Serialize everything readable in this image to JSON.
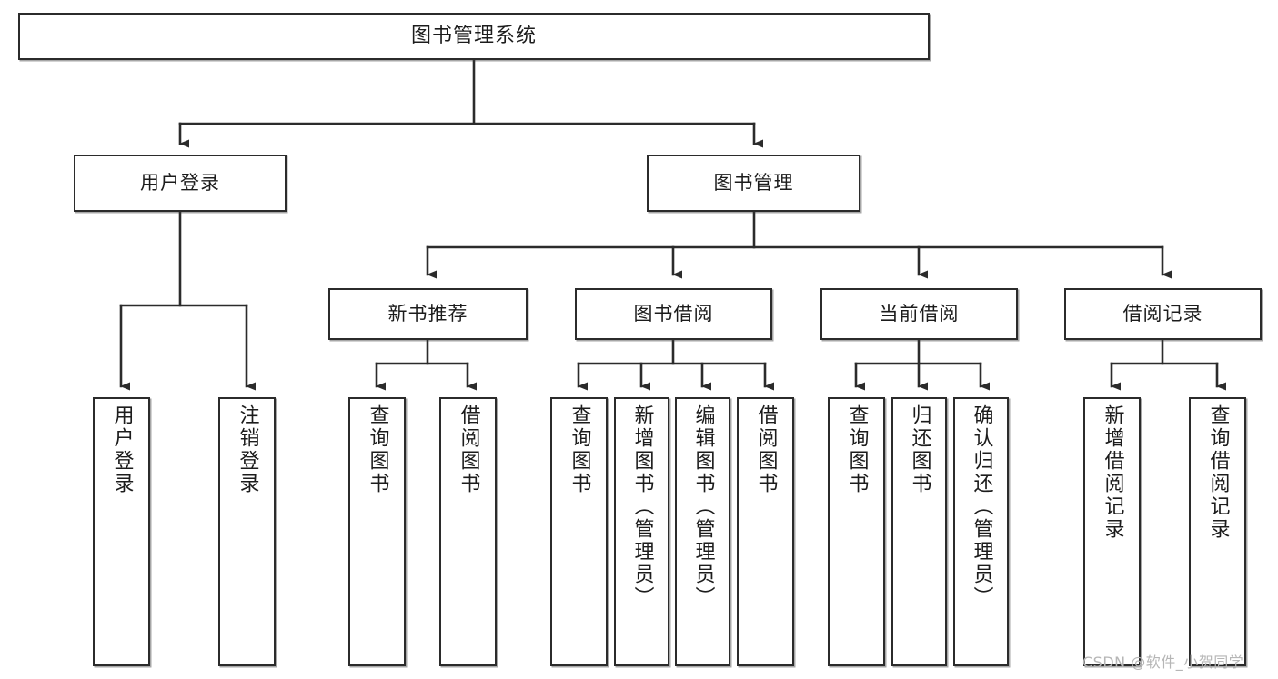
{
  "diagram": {
    "title": "图书管理系统",
    "type": "tree-hierarchy-chart",
    "line_color": "#2b2b2b",
    "box_fill": "#ffffff",
    "text_color": "#1c1c1c"
  },
  "root": {
    "label": "图书管理系统"
  },
  "level2": [
    {
      "label": "用户登录"
    },
    {
      "label": "图书管理"
    }
  ],
  "level3": [
    {
      "label": "新书推荐"
    },
    {
      "label": "图书借阅"
    },
    {
      "label": "当前借阅"
    },
    {
      "label": "借阅记录"
    }
  ],
  "leaves": {
    "user_login": [
      {
        "label": "用户登录"
      },
      {
        "label": "注销登录"
      }
    ],
    "new_book_recommend": [
      {
        "label": "查询图书"
      },
      {
        "label": "借阅图书"
      }
    ],
    "book_borrow": [
      {
        "label": "查询图书"
      },
      {
        "label": "新增图书（管理员）"
      },
      {
        "label": "编辑图书（管理员）"
      },
      {
        "label": "借阅图书"
      }
    ],
    "current_borrow": [
      {
        "label": "查询图书"
      },
      {
        "label": "归还图书"
      },
      {
        "label": "确认归还（管理员）"
      }
    ],
    "borrow_record": [
      {
        "label": "新增借阅记录"
      },
      {
        "label": "查询借阅记录"
      }
    ]
  },
  "watermark": {
    "text": "CSDN @软件_小贺同学"
  }
}
